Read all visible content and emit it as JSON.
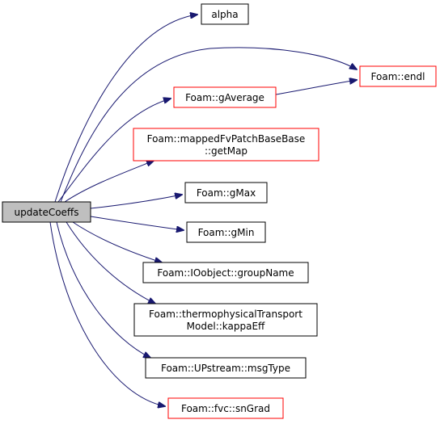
{
  "colors": {
    "edge": "#191970",
    "border_normal": "#000000",
    "border_link": "#ff0000",
    "root_fill": "#bfbfbf",
    "node_fill": "#ffffff"
  },
  "root": {
    "label": "updateCoeffs"
  },
  "nodes": [
    {
      "id": "alpha",
      "lines": [
        "alpha"
      ],
      "style": "normal"
    },
    {
      "id": "endl",
      "lines": [
        "Foam::endl"
      ],
      "style": "link"
    },
    {
      "id": "gaverage",
      "lines": [
        "Foam::gAverage"
      ],
      "style": "link"
    },
    {
      "id": "getmap",
      "lines": [
        "Foam::mappedFvPatchBaseBase",
        "::getMap"
      ],
      "style": "link"
    },
    {
      "id": "gmax",
      "lines": [
        "Foam::gMax"
      ],
      "style": "normal"
    },
    {
      "id": "gmin",
      "lines": [
        "Foam::gMin"
      ],
      "style": "normal"
    },
    {
      "id": "groupname",
      "lines": [
        "Foam::IOobject::groupName"
      ],
      "style": "normal"
    },
    {
      "id": "kappaeff",
      "lines": [
        "Foam::thermophysicalTransport",
        "Model::kappaEff"
      ],
      "style": "normal"
    },
    {
      "id": "msgtype",
      "lines": [
        "Foam::UPstream::msgType"
      ],
      "style": "normal"
    },
    {
      "id": "sngrad",
      "lines": [
        "Foam::fvc::snGrad"
      ],
      "style": "link"
    }
  ],
  "edges": [
    {
      "from": "root",
      "to": "alpha"
    },
    {
      "from": "root",
      "to": "endl"
    },
    {
      "from": "root",
      "to": "gaverage"
    },
    {
      "from": "root",
      "to": "getmap"
    },
    {
      "from": "root",
      "to": "gmax"
    },
    {
      "from": "root",
      "to": "gmin"
    },
    {
      "from": "root",
      "to": "groupname"
    },
    {
      "from": "root",
      "to": "kappaeff"
    },
    {
      "from": "root",
      "to": "msgtype"
    },
    {
      "from": "root",
      "to": "sngrad"
    },
    {
      "from": "gaverage",
      "to": "endl"
    }
  ]
}
